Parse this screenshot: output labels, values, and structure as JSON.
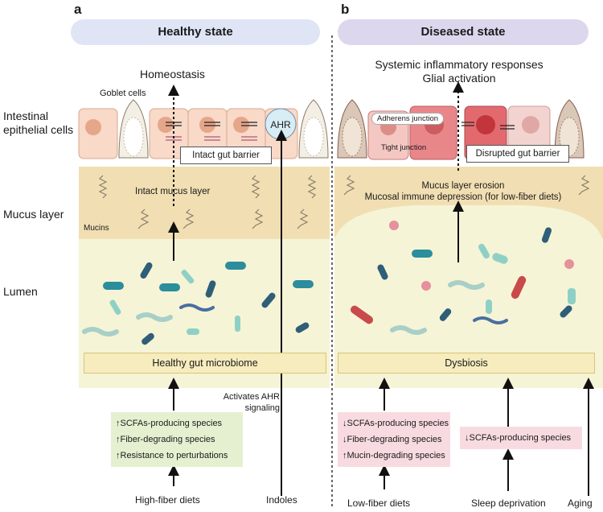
{
  "panels": {
    "a": {
      "letter": "a",
      "header": "Healthy state",
      "outcome": "Homeostasis",
      "goblet_label": "Goblet cells",
      "receptor_label": "AHR",
      "barrier_label": "Intact gut barrier",
      "mucus_label": "Intact mucus layer",
      "mucins_label": "Mucins",
      "microbiome_label": "Healthy gut microbiome",
      "ahr_signal_label": "Activates AHR signaling",
      "factors": [
        "SCFAs-producing species",
        "Fiber-degrading species",
        "Resistance to perturbations"
      ],
      "factor_arrows": [
        "↑",
        "↑",
        "↑"
      ],
      "inputs": [
        "High-fiber diets",
        "Indoles"
      ]
    },
    "b": {
      "letter": "b",
      "header": "Diseased state",
      "outcome_line1": "Systemic inflammatory responses",
      "outcome_line2": "Glial activation",
      "adherens_label": "Adherens junction",
      "tight_label": "Tight junction",
      "barrier_label": "Disrupted gut barrier",
      "mucus_line1": "Mucus layer erosion",
      "mucus_line2": "Mucosal immune depression (for low-fiber diets)",
      "microbiome_label": "Dysbiosis",
      "factors_low_fiber": [
        "SCFAs-producing species",
        "Fiber-degrading species",
        "Mucin-degrading species"
      ],
      "factors_low_fiber_arrows": [
        "↓",
        "↓",
        "↑"
      ],
      "factors_sleep": [
        "SCFAs-producing species"
      ],
      "factors_sleep_arrows": [
        "↓"
      ],
      "inputs": [
        "Low-fiber diets",
        "Sleep deprivation",
        "Aging"
      ]
    }
  },
  "row_labels": {
    "epithelial": "Intestinal epithelial cells",
    "mucus": "Mucus layer",
    "lumen": "Lumen"
  },
  "colors": {
    "header_a": "#dfe5f5",
    "header_b": "#ddd7ee",
    "mucus": "#f1dfb3",
    "lumen": "#f6f4d6",
    "cell_healthy": "#f9d9c8",
    "cell_diseased": "#e9868a",
    "factor_a_bg": "#e5f0d0",
    "factor_b_bg": "#f8dbe0"
  }
}
